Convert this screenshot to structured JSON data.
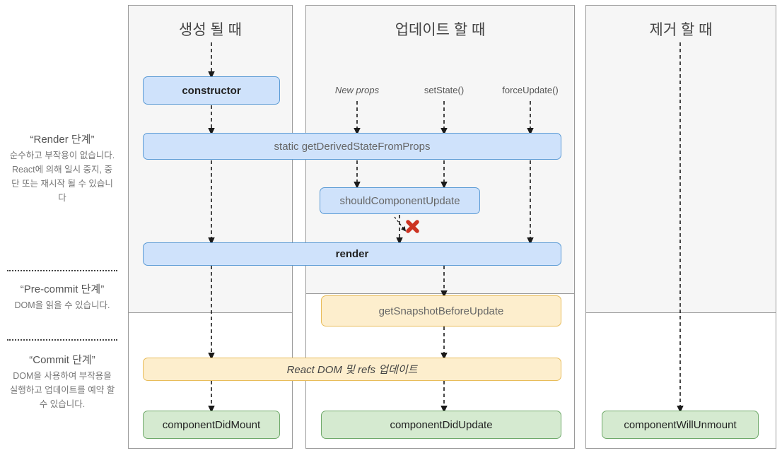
{
  "legend": {
    "blocks": [
      {
        "title": "“Render 단계”",
        "body": "순수하고 부작용이 없습니다. React에 의해 일시 중지, 중단 또는 재시작 될 수 있습니다"
      },
      {
        "title": "“Pre-commit 단계”",
        "body": "DOM을 읽을 수 있습니다."
      },
      {
        "title": "“Commit 단계”",
        "body": "DOM을 사용하여 부작용을 실행하고 업데이트를 예약 할 수 있습니다."
      }
    ]
  },
  "panels": [
    {
      "title": "생성 될 때"
    },
    {
      "title": "업데이트 할 때"
    },
    {
      "title": "제거 할 때"
    }
  ],
  "triggers": [
    {
      "label": "New props"
    },
    {
      "label": "setState()"
    },
    {
      "label": "forceUpdate()"
    }
  ],
  "boxes": {
    "constructor": "constructor",
    "get_derived_state_from_props": "static getDerivedStateFromProps",
    "should_component_update": "shouldComponentUpdate",
    "render": "render",
    "get_snapshot_before_update": "getSnapshotBeforeUpdate",
    "react_dom_refs_update": "React DOM 및 refs 업데이트",
    "component_did_mount": "componentDidMount",
    "component_did_update": "componentDidUpdate",
    "component_will_unmount": "componentWillUnmount"
  },
  "icons": {
    "skip_marker": "x-mark-icon"
  },
  "colors": {
    "blue_fill": "#cfe2fb",
    "blue_border": "#5b9bd5",
    "yellow_fill": "#fdeecd",
    "yellow_border": "#e8bc59",
    "green_fill": "#d5ead0",
    "green_border": "#6fa96a",
    "x_mark": "#cc3322",
    "panel_border": "#9a9a9a",
    "header_bg": "#f6f6f6"
  }
}
